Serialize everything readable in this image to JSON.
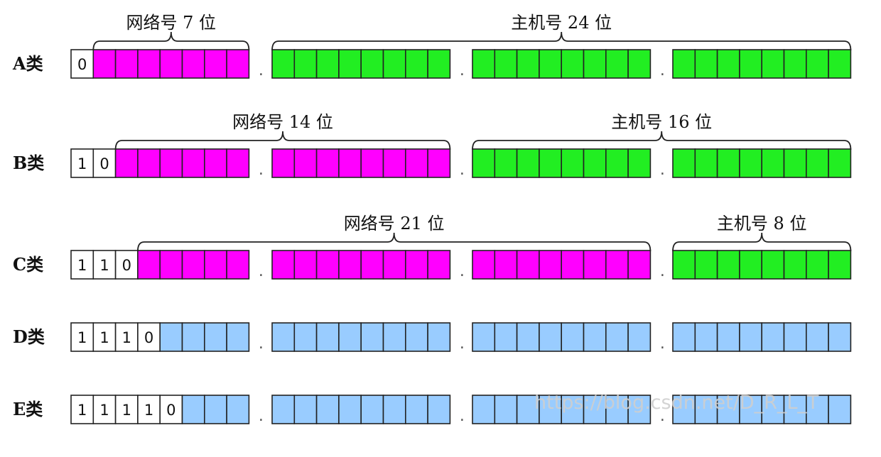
{
  "colors": {
    "network": "#ff00ff",
    "host": "#22ee22",
    "multicast": "#99ccff",
    "prefix": "#ffffff",
    "stroke": "#222222"
  },
  "rows": [
    {
      "id": "a",
      "label": "A类",
      "prefix_bits": [
        "0"
      ],
      "octets": [
        "network",
        "host",
        "host",
        "host"
      ],
      "braces": [
        {
          "text": "网络号 7 位",
          "from_octet": 0,
          "from_bit": 1,
          "to_octet": 0,
          "to_bit": 8
        },
        {
          "text": "主机号 24 位",
          "from_octet": 1,
          "from_bit": 0,
          "to_octet": 3,
          "to_bit": 8
        }
      ]
    },
    {
      "id": "b",
      "label": "B类",
      "prefix_bits": [
        "1",
        "0"
      ],
      "octets": [
        "network",
        "network",
        "host",
        "host"
      ],
      "braces": [
        {
          "text": "网络号 14 位",
          "from_octet": 0,
          "from_bit": 2,
          "to_octet": 1,
          "to_bit": 8
        },
        {
          "text": "主机号 16 位",
          "from_octet": 2,
          "from_bit": 0,
          "to_octet": 3,
          "to_bit": 8
        }
      ]
    },
    {
      "id": "c",
      "label": "C类",
      "prefix_bits": [
        "1",
        "1",
        "0"
      ],
      "octets": [
        "network",
        "network",
        "network",
        "host"
      ],
      "braces": [
        {
          "text": "网络号 21 位",
          "from_octet": 0,
          "from_bit": 3,
          "to_octet": 2,
          "to_bit": 8
        },
        {
          "text": "主机号 8 位",
          "from_octet": 3,
          "from_bit": 0,
          "to_octet": 3,
          "to_bit": 8
        }
      ]
    },
    {
      "id": "d",
      "label": "D类",
      "prefix_bits": [
        "1",
        "1",
        "1",
        "0"
      ],
      "octets": [
        "multicast",
        "multicast",
        "multicast",
        "multicast"
      ],
      "braces": []
    },
    {
      "id": "e",
      "label": "E类",
      "prefix_bits": [
        "1",
        "1",
        "1",
        "1",
        "0"
      ],
      "octets": [
        "multicast",
        "multicast",
        "multicast",
        "multicast"
      ],
      "braces": []
    }
  ],
  "separator": ".",
  "watermark": "https://blog.csdn.net/D_R_L_T"
}
